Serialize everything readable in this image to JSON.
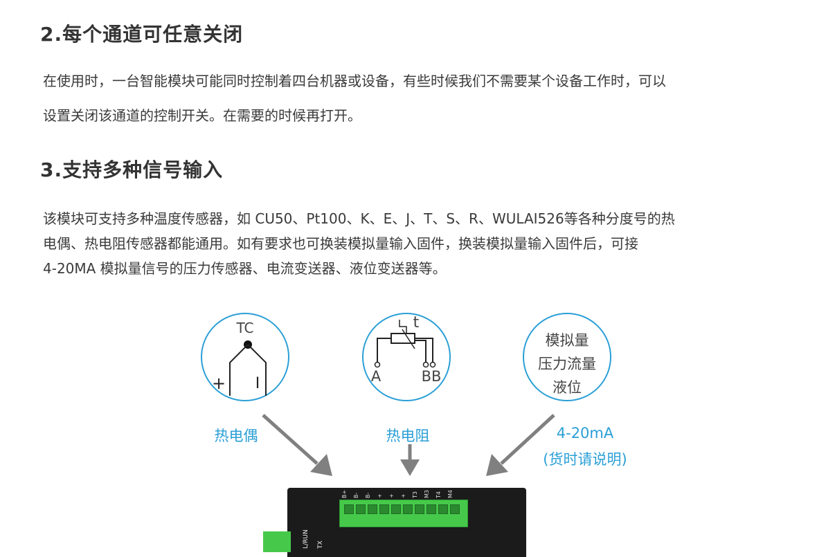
{
  "section2": {
    "title": "2.每个通道可任意关闭",
    "lines": [
      "在使用时，一台智能模块可能同时控制着四台机器或设备，有些时候我们不需要某个设备工作时，可以",
      "设置关闭该通道的控制开关。在需要的时候再打开。"
    ]
  },
  "section3": {
    "title": "3.支持多种信号输入",
    "lines": [
      "该模块可支持多种温度传感器，如 CU50、Pt100、K、E、J、T、S、R、WULAI526等各种分度号的热",
      "电偶、热电阻传感器都能通用。如有要求也可换装模拟量输入固件，换装模拟量输入固件后，可接",
      "4-20MA 模拟量信号的压力传感器、电流变送器、液位变送器等。"
    ]
  },
  "diagram": {
    "accent_color": "#2a9fd6",
    "arrow_color": "#808080",
    "thermocouple": {
      "symbol_text": "TC",
      "plus_sign": "+",
      "minus_sign": "I",
      "label": "热电偶"
    },
    "rtd": {
      "symbol_text": "t",
      "terminal_a": "A",
      "terminal_bb": "BB",
      "label": "热电阻"
    },
    "analog": {
      "lines": [
        "模拟量",
        "压力流量",
        "液位"
      ],
      "label": "4-20mA",
      "note": "(货时请说明)"
    },
    "module": {
      "pin_labels": [
        "B+",
        "B-",
        "B-",
        "+",
        "+",
        "+",
        "T3",
        "M3",
        "T4",
        "M4"
      ],
      "side_label_1": "L/RUN",
      "side_label_2": "TX"
    }
  }
}
